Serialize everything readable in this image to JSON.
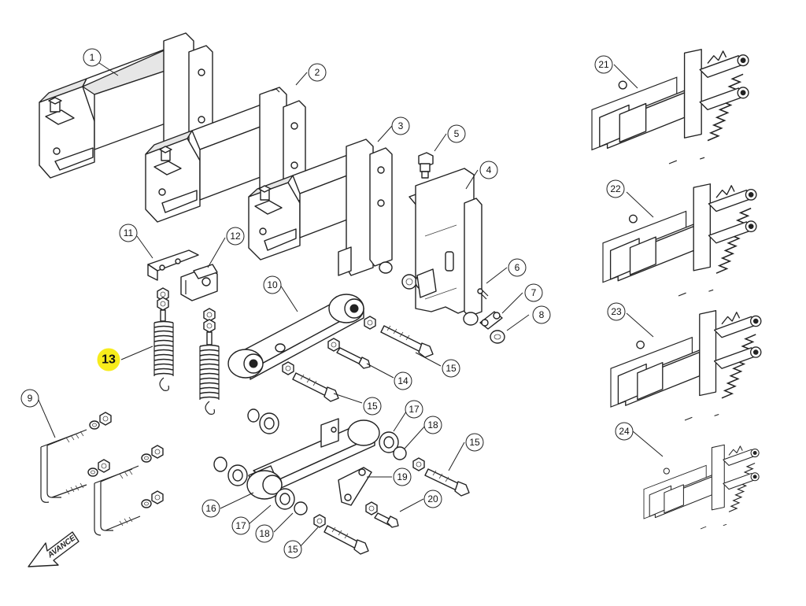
{
  "diagram": {
    "callouts": [
      {
        "id": "1",
        "label": "1"
      },
      {
        "id": "2",
        "label": "2"
      },
      {
        "id": "3",
        "label": "3"
      },
      {
        "id": "4",
        "label": "4"
      },
      {
        "id": "5",
        "label": "5"
      },
      {
        "id": "6",
        "label": "6"
      },
      {
        "id": "7",
        "label": "7"
      },
      {
        "id": "8",
        "label": "8"
      },
      {
        "id": "9",
        "label": "9"
      },
      {
        "id": "10",
        "label": "10"
      },
      {
        "id": "11",
        "label": "11"
      },
      {
        "id": "12",
        "label": "12"
      },
      {
        "id": "13",
        "label": "13",
        "highlighted": true
      },
      {
        "id": "14",
        "label": "14"
      },
      {
        "id": "15",
        "label": "15"
      },
      {
        "id": "16",
        "label": "16"
      },
      {
        "id": "17",
        "label": "17"
      },
      {
        "id": "18",
        "label": "18"
      },
      {
        "id": "19",
        "label": "19"
      },
      {
        "id": "20",
        "label": "20"
      },
      {
        "id": "21",
        "label": "21"
      },
      {
        "id": "22",
        "label": "22"
      },
      {
        "id": "23",
        "label": "23"
      },
      {
        "id": "24",
        "label": "24"
      }
    ],
    "direction_arrow": {
      "label": "AVANCE"
    },
    "highlight_color": "#f7ec1c"
  }
}
